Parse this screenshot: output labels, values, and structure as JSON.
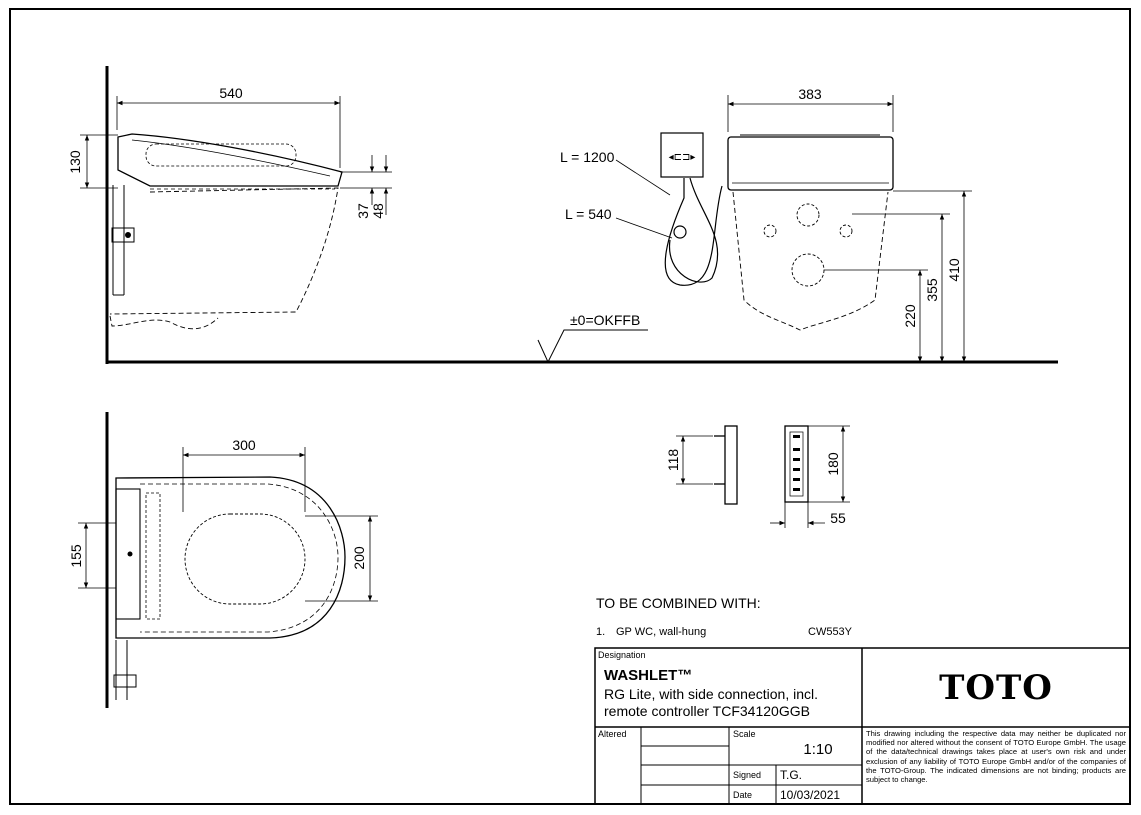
{
  "dimensions": {
    "side_length": "540",
    "side_height": "130",
    "gap_37": "37",
    "gap_48": "48",
    "rear_width": "383",
    "hose_1200": "L = 1200",
    "hose_540": "L = 540",
    "h_220": "220",
    "h_355": "355",
    "h_410": "410",
    "floor_ref": "±0=OKFFB",
    "top_length": "300",
    "top_155": "155",
    "top_200": "200",
    "remote_118": "118",
    "remote_180": "180",
    "remote_55": "55"
  },
  "combined": {
    "heading": "TO BE COMBINED WITH:",
    "item_number": "1.",
    "item_name": "GP WC, wall-hung",
    "item_code": "CW553Y"
  },
  "title_block": {
    "designation_label": "Designation",
    "product_name": "WASHLET™",
    "description_line1": "RG Lite, with side connection, incl.",
    "description_line2": "remote controller TCF34120GGB",
    "logo_text": "TOTO",
    "altered_label": "Altered",
    "scale_label": "Scale",
    "scale_value": "1:10",
    "signed_label": "Signed",
    "signed_value": "T.G.",
    "date_label": "Date",
    "date_value": "10/03/2021",
    "disclaimer": "This drawing including the respective data may neither be duplicated nor modified nor altered without the consent of TOTO Europe GmbH. The usage of the data/technical drawings takes place at user's own risk and under exclusion of any liability of TOTO Europe GmbH and/or of the companies of the TOTO-Group. The indicated dimensions are not binding; products are subject to change."
  }
}
